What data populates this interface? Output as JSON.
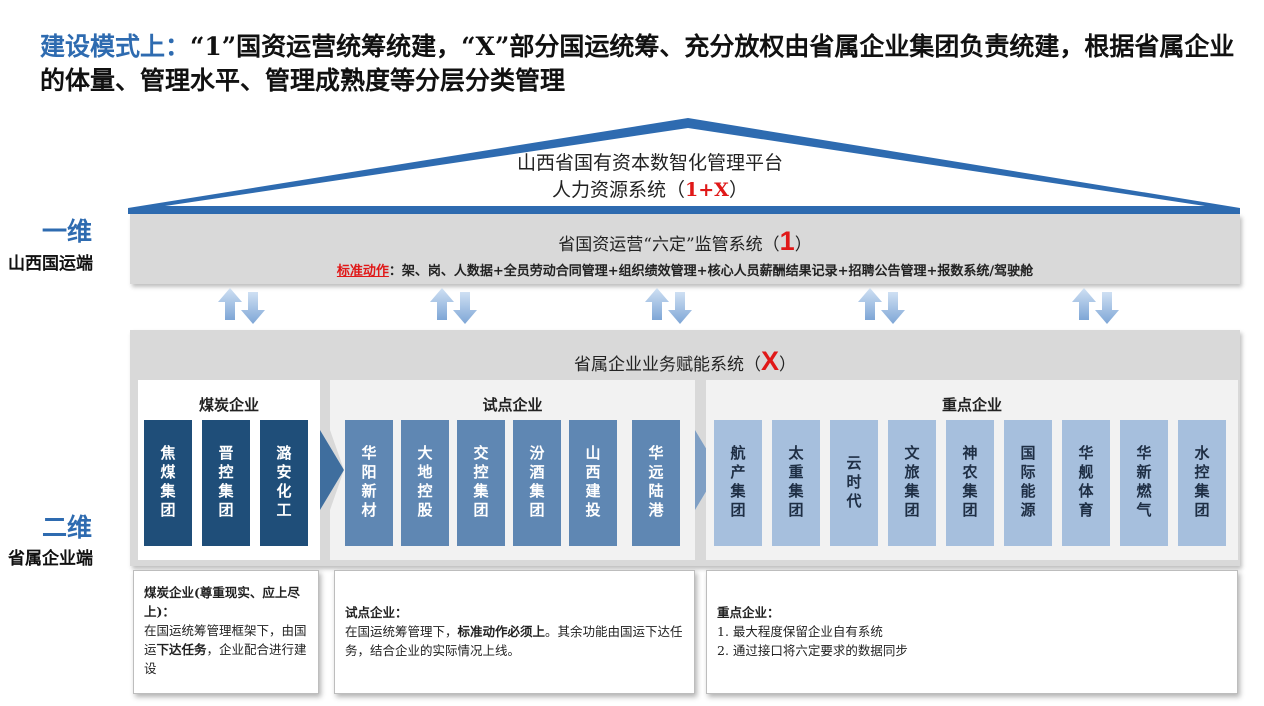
{
  "title": {
    "lead": "建设模式上：",
    "rest": "“1”国资运营统筹统建，“X”部分国运统筹、充分放权由省属企业集团负责统建，根据省属企业的体量、管理水平、管理成熟度等分层分类管理"
  },
  "roof": {
    "line1": "山西省国有资本数智化管理平台",
    "line2_prefix": "人力资源系统（",
    "line2_highlight": "1+X",
    "line2_suffix": "）",
    "color": "#2e6bb0"
  },
  "dimension1": {
    "title": "一维",
    "subtitle": "山西国运端"
  },
  "dimension2": {
    "title": "二维",
    "subtitle": "省属企业端"
  },
  "band1": {
    "title_prefix": "省国资运营“六定”监管系统（",
    "title_num": "1",
    "title_suffix": "）",
    "actions_label": "标准动作",
    "actions_text": "：架、岗、人数据+全员劳动合同管理+组织绩效管理+核心人员薪酬结果记录+招聘公告管理+报数系统/驾驶舱"
  },
  "band2": {
    "title_prefix": "省属企业业务赋能系统（",
    "title_num": "X",
    "title_suffix": "）"
  },
  "groups": {
    "coal": {
      "label": "煤炭企业",
      "companies": [
        "焦煤集团",
        "晋控集团",
        "潞安化工"
      ]
    },
    "pilot": {
      "label": "试点企业",
      "companies": [
        "华阳新材",
        "大地控股",
        "交控集团",
        "汾酒集团",
        "山西建投",
        "华远陆港"
      ]
    },
    "key": {
      "label": "重点企业",
      "companies": [
        "航产集团",
        "太重集团",
        "云时代",
        "文旅集团",
        "神农集团",
        "国际能源",
        "华舰体育",
        "华新燃气",
        "水控集团"
      ]
    }
  },
  "notes": {
    "coal": {
      "heading": "煤炭企业(尊重现实、应上尽上)：",
      "text1": "在国运统筹管理框架下，由国运",
      "bold1": "下达任务",
      "text2": "，企业配合进行建设"
    },
    "pilot": {
      "heading": "试点企业：",
      "text1": "在国运统筹管理下，",
      "bold1": "标准动作必须上",
      "text2": "。其余功能由国运下达任务，结合企业的实际情况上线。"
    },
    "key": {
      "heading": "重点企业：",
      "item1": "1. 最大程度保留企业自有系统",
      "item2": "2. 通过接口将六定要求的数据同步"
    }
  },
  "colors": {
    "accent_blue": "#2e6bb0",
    "accent_red": "#e01818",
    "coal_box": "#1f4e79",
    "pilot_box": "#5f87b3",
    "key_box": "#a6bfdd",
    "band_gray": "#d9d9d9"
  }
}
